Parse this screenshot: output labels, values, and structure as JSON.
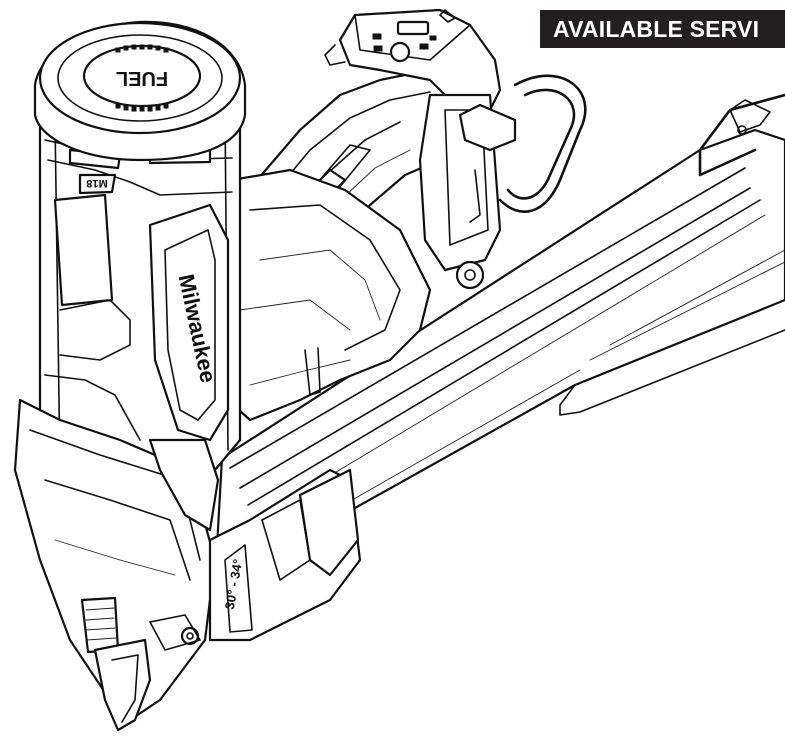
{
  "banner": {
    "text": "AVAILABLE SERVI"
  },
  "tool": {
    "cap_logo": "FUEL",
    "badge": "M18",
    "brand": "Milwaukee",
    "magazine_marking": "30° - 34°"
  }
}
